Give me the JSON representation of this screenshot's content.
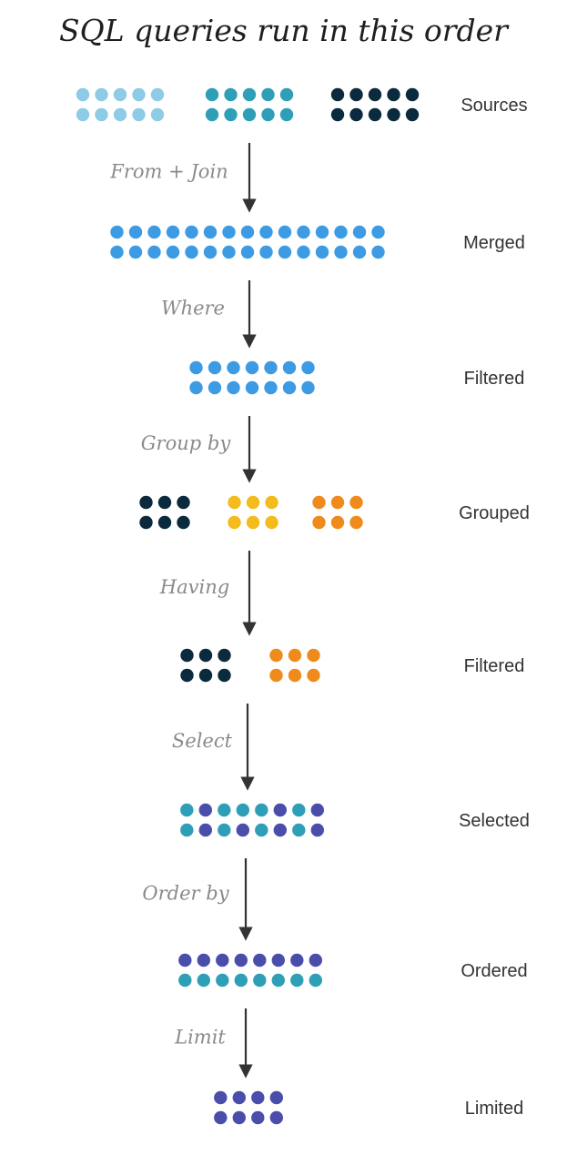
{
  "title": "SQL queries run in this order",
  "colors": {
    "light_blue": "#8ecbe6",
    "teal": "#2f9fb7",
    "navy": "#0b2a3d",
    "blue": "#3d9be3",
    "yellow": "#f3bb1c",
    "orange": "#ef8b1c",
    "indigo": "#4a4eaa",
    "arrow": "#333333"
  },
  "stages": [
    {
      "label": "Sources",
      "groups": [
        {
          "rows": [
            [
              "light_blue",
              "light_blue",
              "light_blue",
              "light_blue",
              "light_blue"
            ],
            [
              "light_blue",
              "light_blue",
              "light_blue",
              "light_blue",
              "light_blue"
            ]
          ]
        },
        {
          "rows": [
            [
              "teal",
              "teal",
              "teal",
              "teal",
              "teal"
            ],
            [
              "teal",
              "teal",
              "teal",
              "teal",
              "teal"
            ]
          ]
        },
        {
          "rows": [
            [
              "navy",
              "navy",
              "navy",
              "navy",
              "navy"
            ],
            [
              "navy",
              "navy",
              "navy",
              "navy",
              "navy"
            ]
          ]
        }
      ]
    },
    {
      "label": "Merged",
      "groups": [
        {
          "rows": [
            [
              "blue",
              "blue",
              "blue",
              "blue",
              "blue",
              "blue",
              "blue",
              "blue",
              "blue",
              "blue",
              "blue",
              "blue",
              "blue",
              "blue",
              "blue"
            ],
            [
              "blue",
              "blue",
              "blue",
              "blue",
              "blue",
              "blue",
              "blue",
              "blue",
              "blue",
              "blue",
              "blue",
              "blue",
              "blue",
              "blue",
              "blue"
            ]
          ]
        }
      ]
    },
    {
      "label": "Filtered",
      "groups": [
        {
          "rows": [
            [
              "blue",
              "blue",
              "blue",
              "blue",
              "blue",
              "blue",
              "blue"
            ],
            [
              "blue",
              "blue",
              "blue",
              "blue",
              "blue",
              "blue",
              "blue"
            ]
          ]
        }
      ]
    },
    {
      "label": "Grouped",
      "groups": [
        {
          "rows": [
            [
              "navy",
              "navy",
              "navy"
            ],
            [
              "navy",
              "navy",
              "navy"
            ]
          ]
        },
        {
          "rows": [
            [
              "yellow",
              "yellow",
              "yellow"
            ],
            [
              "yellow",
              "yellow",
              "yellow"
            ]
          ]
        },
        {
          "rows": [
            [
              "orange",
              "orange",
              "orange"
            ],
            [
              "orange",
              "orange",
              "orange"
            ]
          ]
        }
      ]
    },
    {
      "label": "Filtered",
      "groups": [
        {
          "rows": [
            [
              "navy",
              "navy",
              "navy"
            ],
            [
              "navy",
              "navy",
              "navy"
            ]
          ]
        },
        {
          "rows": [
            [
              "orange",
              "orange",
              "orange"
            ],
            [
              "orange",
              "orange",
              "orange"
            ]
          ]
        }
      ]
    },
    {
      "label": "Selected",
      "groups": [
        {
          "rows": [
            [
              "teal",
              "indigo",
              "teal",
              "teal",
              "teal",
              "indigo",
              "teal",
              "indigo"
            ],
            [
              "teal",
              "indigo",
              "teal",
              "indigo",
              "teal",
              "indigo",
              "teal",
              "indigo"
            ]
          ]
        }
      ]
    },
    {
      "label": "Ordered",
      "groups": [
        {
          "rows": [
            [
              "indigo",
              "indigo",
              "indigo",
              "indigo",
              "indigo",
              "indigo",
              "indigo",
              "indigo"
            ],
            [
              "teal",
              "teal",
              "teal",
              "teal",
              "teal",
              "teal",
              "teal",
              "teal"
            ]
          ]
        }
      ]
    },
    {
      "label": "Limited",
      "groups": [
        {
          "rows": [
            [
              "indigo",
              "indigo",
              "indigo",
              "indigo"
            ],
            [
              "indigo",
              "indigo",
              "indigo",
              "indigo"
            ]
          ]
        }
      ]
    }
  ],
  "operations": [
    "From + Join",
    "Where",
    "Group by",
    "Having",
    "Select",
    "Order by",
    "Limit"
  ]
}
